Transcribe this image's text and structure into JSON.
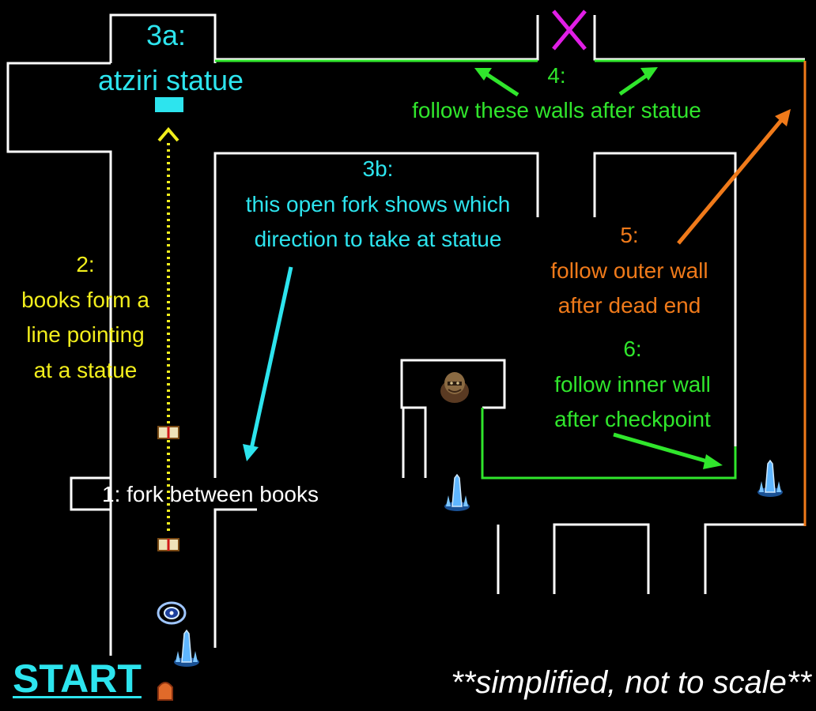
{
  "labels": {
    "step3a_num": "3a:",
    "step3a_text": "atziri statue",
    "step4_num": "4:",
    "step4_text": "follow these walls after statue",
    "step3b_num": "3b:",
    "step3b_line1": "this open fork shows which",
    "step3b_line2": "direction to take at statue",
    "step5_num": "5:",
    "step5_line1": "follow outer wall",
    "step5_line2": "after dead end",
    "step6_num": "6:",
    "step6_line1": "follow inner wall",
    "step6_line2": "after checkpoint",
    "step2_num": "2:",
    "step2_line1": "books form a",
    "step2_line2": "line pointing",
    "step2_line3": "at a statue",
    "step1_text": "1: fork between books",
    "start": "START",
    "note": "**simplified, not to scale**"
  },
  "icons": {
    "statue": "statue-marker",
    "dead_end": "x-mark",
    "book": "book-icon",
    "waypoint": "waypoint-icon",
    "checkpoint": "checkpoint-crystal-icon",
    "boss": "boss-head-icon",
    "entrance": "entrance-door-icon"
  },
  "colors": {
    "wall": "#ffffff",
    "route_green": "#30e62c",
    "route_orange": "#f07a1a",
    "statue_cyan": "#2de4ee",
    "books_yellow": "#f2ee1c",
    "dead_end_magenta": "#e11ee6"
  }
}
